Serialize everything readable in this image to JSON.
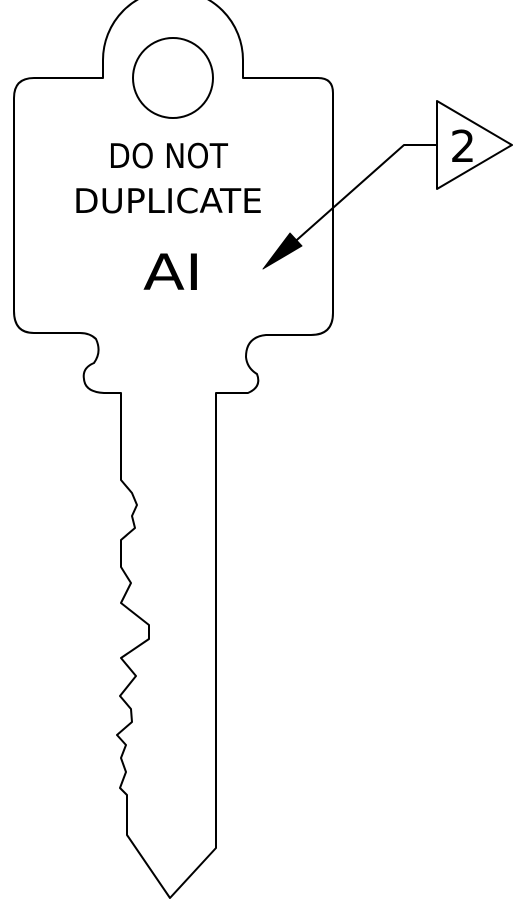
{
  "key_tag": {
    "line1": "DO NOT",
    "line2": "DUPLICATE",
    "code": "AI"
  },
  "callout": {
    "number": "2"
  },
  "colors": {
    "line": "#000000",
    "background": "#ffffff"
  }
}
